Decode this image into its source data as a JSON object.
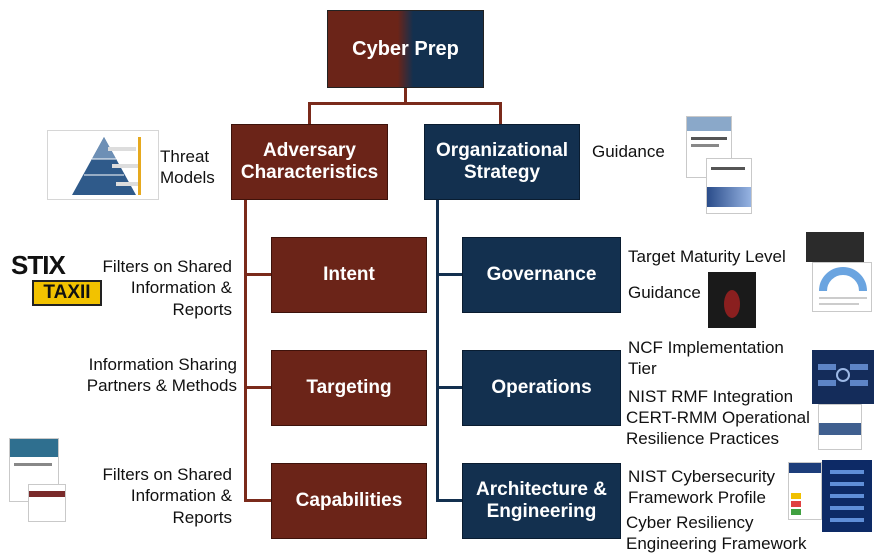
{
  "colors": {
    "adversary": "#6b2418",
    "organization": "#13304f",
    "connector": "#7a2a1b",
    "connector_blue": "#13304f"
  },
  "root": {
    "label": "Cyber Prep"
  },
  "adversary": {
    "label": "Adversary Characteristics",
    "note": "Threat Models",
    "children": [
      {
        "label": "Intent",
        "note": "Filters on Shared Information & Reports"
      },
      {
        "label": "Targeting",
        "note": "Information Sharing Partners & Methods"
      },
      {
        "label": "Capabilities",
        "note": "Filters on Shared Information & Reports"
      }
    ]
  },
  "organization": {
    "label": "Organizational Strategy",
    "note": "Guidance",
    "children": [
      {
        "label": "Governance",
        "notes": [
          "Target Maturity Level",
          "Guidance"
        ]
      },
      {
        "label": "Operations",
        "notes": [
          "NCF Implementation Tier",
          "NIST RMF Integration",
          "CERT-RMM Operational Resilience Practices"
        ]
      },
      {
        "label": "Architecture & Engineering",
        "notes": [
          "NIST Cybersecurity Framework Profile",
          "Cyber Resiliency Engineering Framework"
        ]
      }
    ]
  },
  "logos": {
    "stix": "STIX",
    "taxii": "TAXII"
  },
  "icons": [
    "pyramid-thumbnail",
    "report-cover-thumbnail",
    "chart-thumbnail",
    "framework-thumbnail"
  ]
}
